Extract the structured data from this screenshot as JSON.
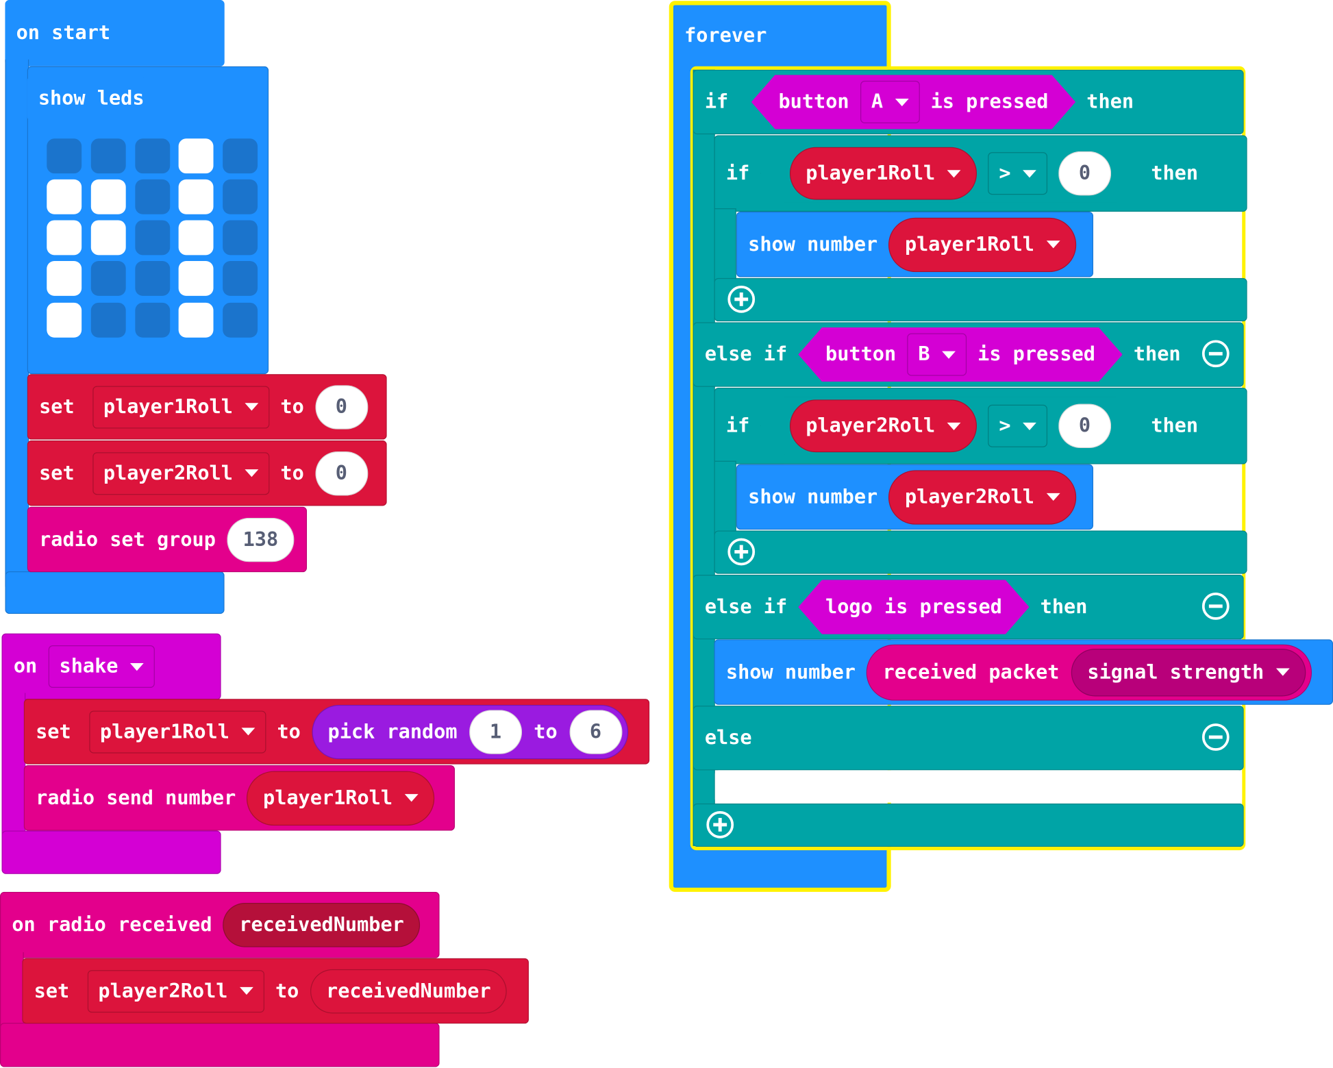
{
  "on_start": {
    "title": "on start",
    "show_leds": {
      "label": "show leds",
      "grid": [
        [
          0,
          0,
          0,
          1,
          0
        ],
        [
          1,
          1,
          0,
          1,
          0
        ],
        [
          1,
          1,
          0,
          1,
          0
        ],
        [
          1,
          0,
          0,
          1,
          0
        ],
        [
          1,
          0,
          0,
          1,
          0
        ]
      ]
    },
    "set1": {
      "set": "set",
      "var": "player1Roll",
      "to": "to",
      "value": "0"
    },
    "set2": {
      "set": "set",
      "var": "player2Roll",
      "to": "to",
      "value": "0"
    },
    "radio_group": {
      "label": "radio set group",
      "value": "138"
    }
  },
  "on_shake": {
    "on": "on",
    "event": "shake",
    "set": {
      "set": "set",
      "var": "player1Roll",
      "to": "to",
      "fn": "pick random",
      "from": "1",
      "to2": "to",
      "max": "6"
    },
    "send": {
      "label": "radio send number",
      "var": "player1Roll"
    }
  },
  "on_radio": {
    "title": "on radio received",
    "param": "receivedNumber",
    "set": {
      "set": "set",
      "var": "player2Roll",
      "to": "to",
      "value": "receivedNumber"
    }
  },
  "forever": {
    "title": "forever",
    "if1": {
      "if": "if",
      "button": "button",
      "btn": "A",
      "pressed": "is pressed",
      "then": "then",
      "inner": {
        "if": "if",
        "var": "player1Roll",
        "op": ">",
        "value": "0",
        "then": "then"
      },
      "show": {
        "label": "show number",
        "var": "player1Roll"
      }
    },
    "elif1": {
      "label": "else if",
      "button": "button",
      "btn": "B",
      "pressed": "is pressed",
      "then": "then",
      "inner": {
        "if": "if",
        "var": "player2Roll",
        "op": ">",
        "value": "0",
        "then": "then"
      },
      "show": {
        "label": "show number",
        "var": "player2Roll"
      }
    },
    "elif2": {
      "label": "else if",
      "cond": "logo is pressed",
      "then": "then",
      "show": {
        "label": "show number",
        "fn": "received packet",
        "prop": "signal strength"
      }
    },
    "else": {
      "label": "else"
    }
  },
  "colors": {
    "basic": "#1E90FF",
    "variables": "#DC143C",
    "radio": "#E3008C",
    "input": "#D400D4",
    "logic": "#00A4A6",
    "math": "#9A1BE0",
    "highlight": "#FFF200"
  }
}
